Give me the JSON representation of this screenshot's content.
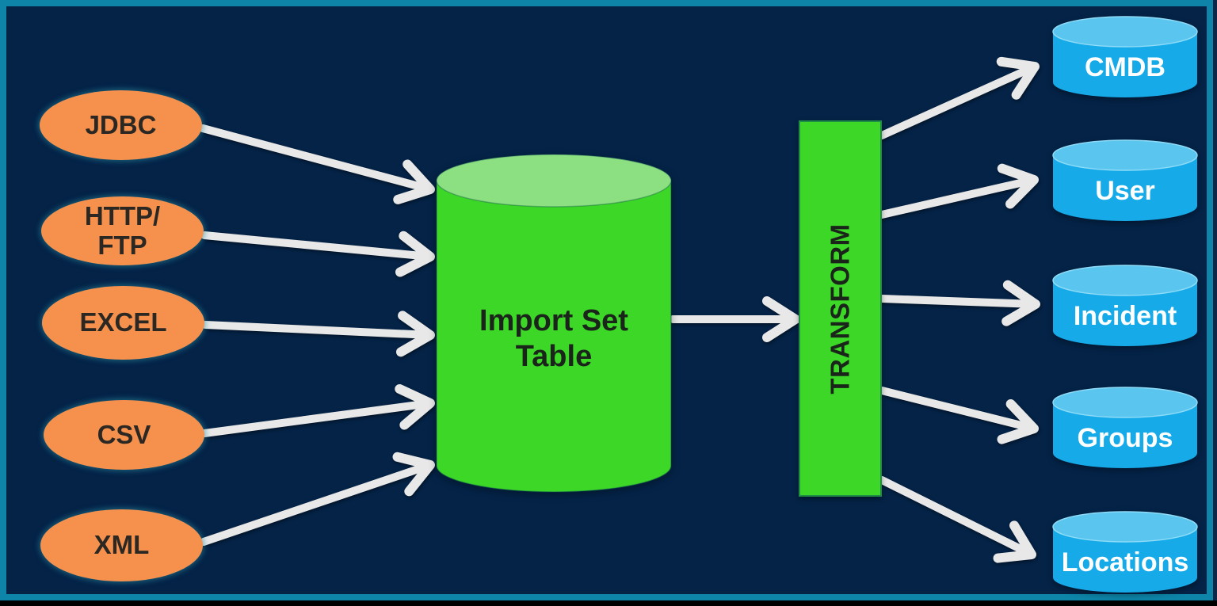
{
  "diagram": {
    "background_color": "#042347",
    "border_color": "#0d84a8",
    "arrow_color": "#e8e8e8",
    "sources": {
      "shape": "ellipse",
      "fill": "#f6914d",
      "text_color": "#2b2823",
      "items": [
        {
          "label": "JDBC"
        },
        {
          "label": "HTTP/\nFTP"
        },
        {
          "label": "EXCEL"
        },
        {
          "label": "CSV"
        },
        {
          "label": "XML"
        }
      ]
    },
    "import_set_table": {
      "shape": "cylinder",
      "fill": "#3dd728",
      "top_fill": "#8ce081",
      "label": "Import Set\nTable"
    },
    "transform": {
      "shape": "rectangle",
      "fill": "#3dd728",
      "label": "TRANSFORM"
    },
    "targets": {
      "shape": "cylinder",
      "fill": "#16aae8",
      "top_fill": "#5ac5ee",
      "text_color": "#ffffff",
      "items": [
        {
          "label": "CMDB"
        },
        {
          "label": "User"
        },
        {
          "label": "Incident"
        },
        {
          "label": "Groups"
        },
        {
          "label": "Locations"
        }
      ]
    }
  }
}
